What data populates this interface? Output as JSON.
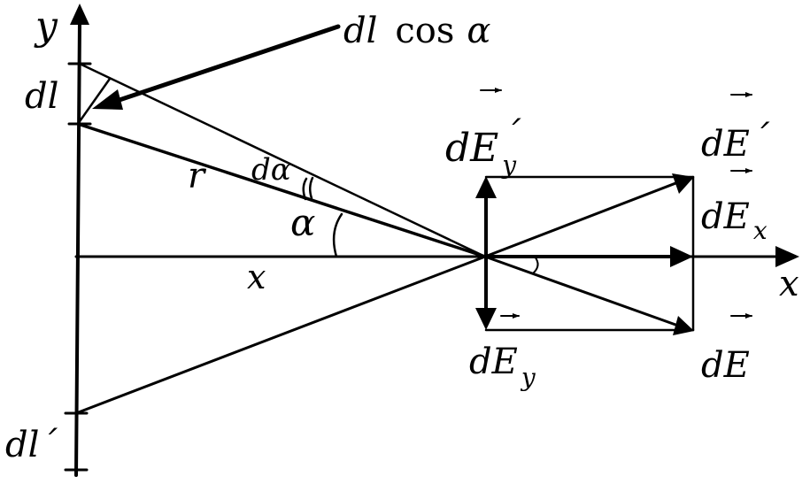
{
  "labels": {
    "y_axis": "y",
    "x_axis": "x",
    "dl": "dl",
    "dl_prime": "dl´",
    "dl_cos_alpha_dl": "dl",
    "dl_cos_alpha_cos": "cos",
    "dl_cos_alpha_alpha": "α",
    "r": "r",
    "d_alpha": "dα",
    "alpha": "α",
    "x_distance": "x",
    "dEy_prime_main": "dE",
    "dEy_prime_sub": "y",
    "dEy_prime_mark": "´",
    "dE_prime_main": "dE",
    "dE_prime_mark": "´",
    "dEx_main": "dE",
    "dEx_sub": "x",
    "dEy_main": "dE",
    "dEy_sub": "y",
    "dE_main": "dE"
  },
  "colors": {
    "stroke": "#000000",
    "background": "#ffffff"
  }
}
